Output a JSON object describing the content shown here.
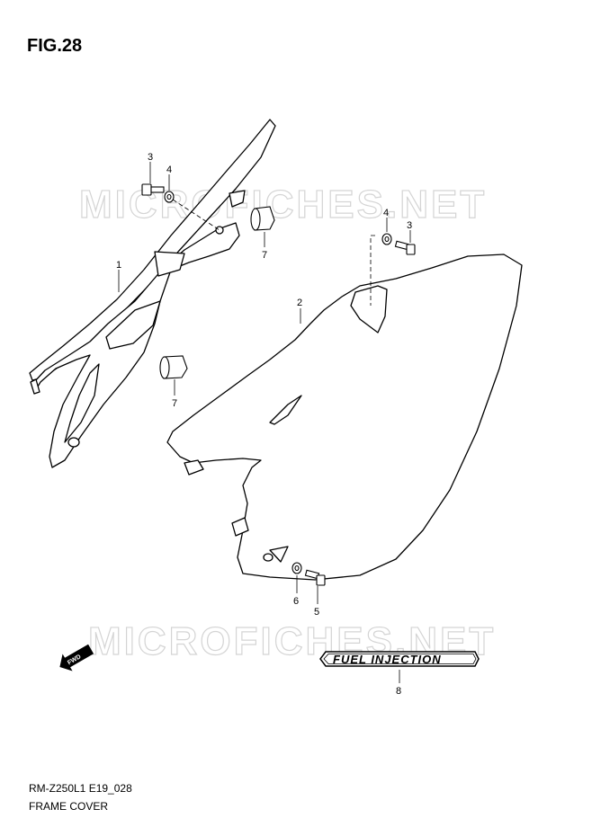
{
  "figure": {
    "title": "FIG.28"
  },
  "watermark": {
    "text": "MICROFICHES.NET"
  },
  "footer": {
    "model_code": "RM-Z250L1 E19_028",
    "caption": "FRAME COVER"
  },
  "badge": {
    "text": "FUEL INJECTION"
  },
  "fwd_arrow": {
    "text": "FWD"
  },
  "callouts": {
    "c1": "1",
    "c2": "2",
    "c3a": "3",
    "c3b": "3",
    "c4a": "4",
    "c4b": "4",
    "c5": "5",
    "c6": "6",
    "c7a": "7",
    "c7b": "7",
    "c8": "8"
  }
}
